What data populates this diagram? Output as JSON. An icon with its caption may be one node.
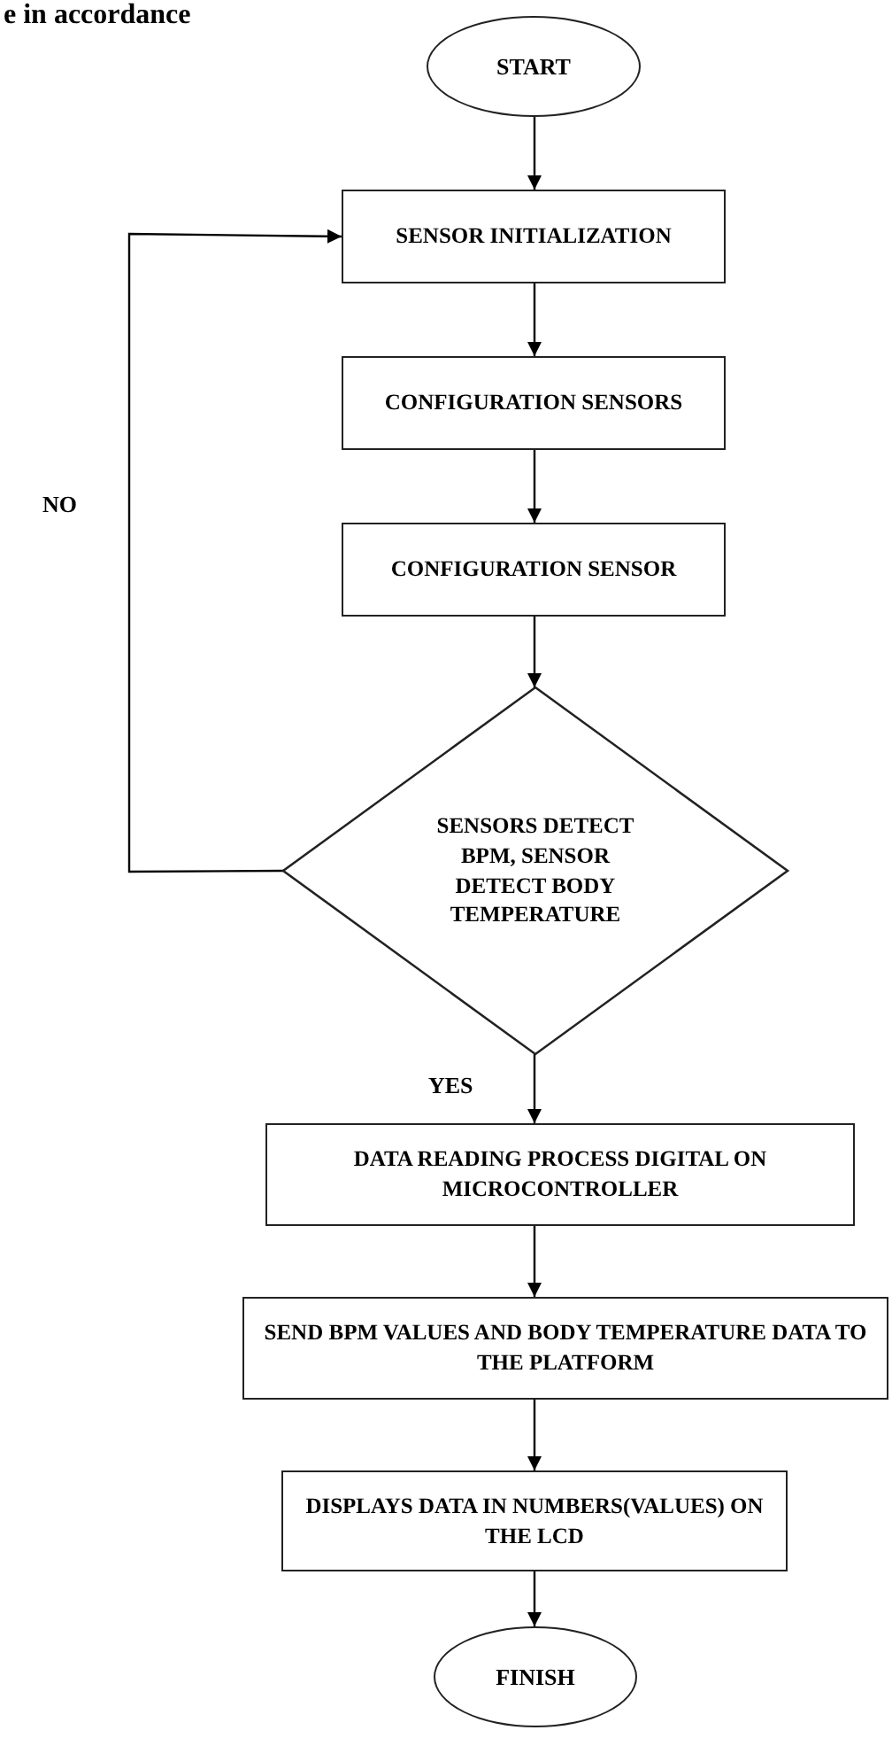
{
  "diagram": {
    "nodes": [
      {
        "text": [
          "START"
        ]
      },
      {
        "text": [
          "SENSOR INITIALIZATION"
        ]
      },
      {
        "text": [
          "CONFIGURATION SENSORS"
        ]
      },
      {
        "text": [
          "CONFIGURATION SENSOR"
        ]
      },
      {
        "text": [
          "SENSORS DETECT BPM, SENSOR DETECT BODY TEMPERATURE"
        ]
      },
      {
        "text": [
          "DATA READING PROCESS DIGITAL ON MICROCONTROLLER"
        ]
      },
      {
        "text": [
          "SEND BPM VALUES AND BODY TEMPERATURE DATA TO THE PLATFORM"
        ]
      },
      {
        "text": [
          "DISPLAYS DATA IN NUMBERS(VALUES) ON THE LCD"
        ]
      },
      {
        "text": [
          "FINISH"
        ]
      }
    ],
    "edges": [
      {
        "from": 0,
        "to": 1,
        "arrow": "to"
      },
      {
        "from": 1,
        "to": 2,
        "arrow": "to"
      },
      {
        "from": 2,
        "to": 3,
        "arrow": "to"
      },
      {
        "from": 3,
        "to": 4,
        "arrow": "to"
      },
      {
        "from": 4,
        "to": 1,
        "arrow": "to",
        "label": "NO"
      },
      {
        "from": 4,
        "to": 5,
        "arrow": "to",
        "label": "YES"
      },
      {
        "from": 5,
        "to": 6,
        "arrow": "to"
      },
      {
        "from": 6,
        "to": 7,
        "arrow": "to"
      },
      {
        "from": 7,
        "to": 8,
        "arrow": "to"
      }
    ],
    "labels": [
      "e in accordance"
    ]
  }
}
